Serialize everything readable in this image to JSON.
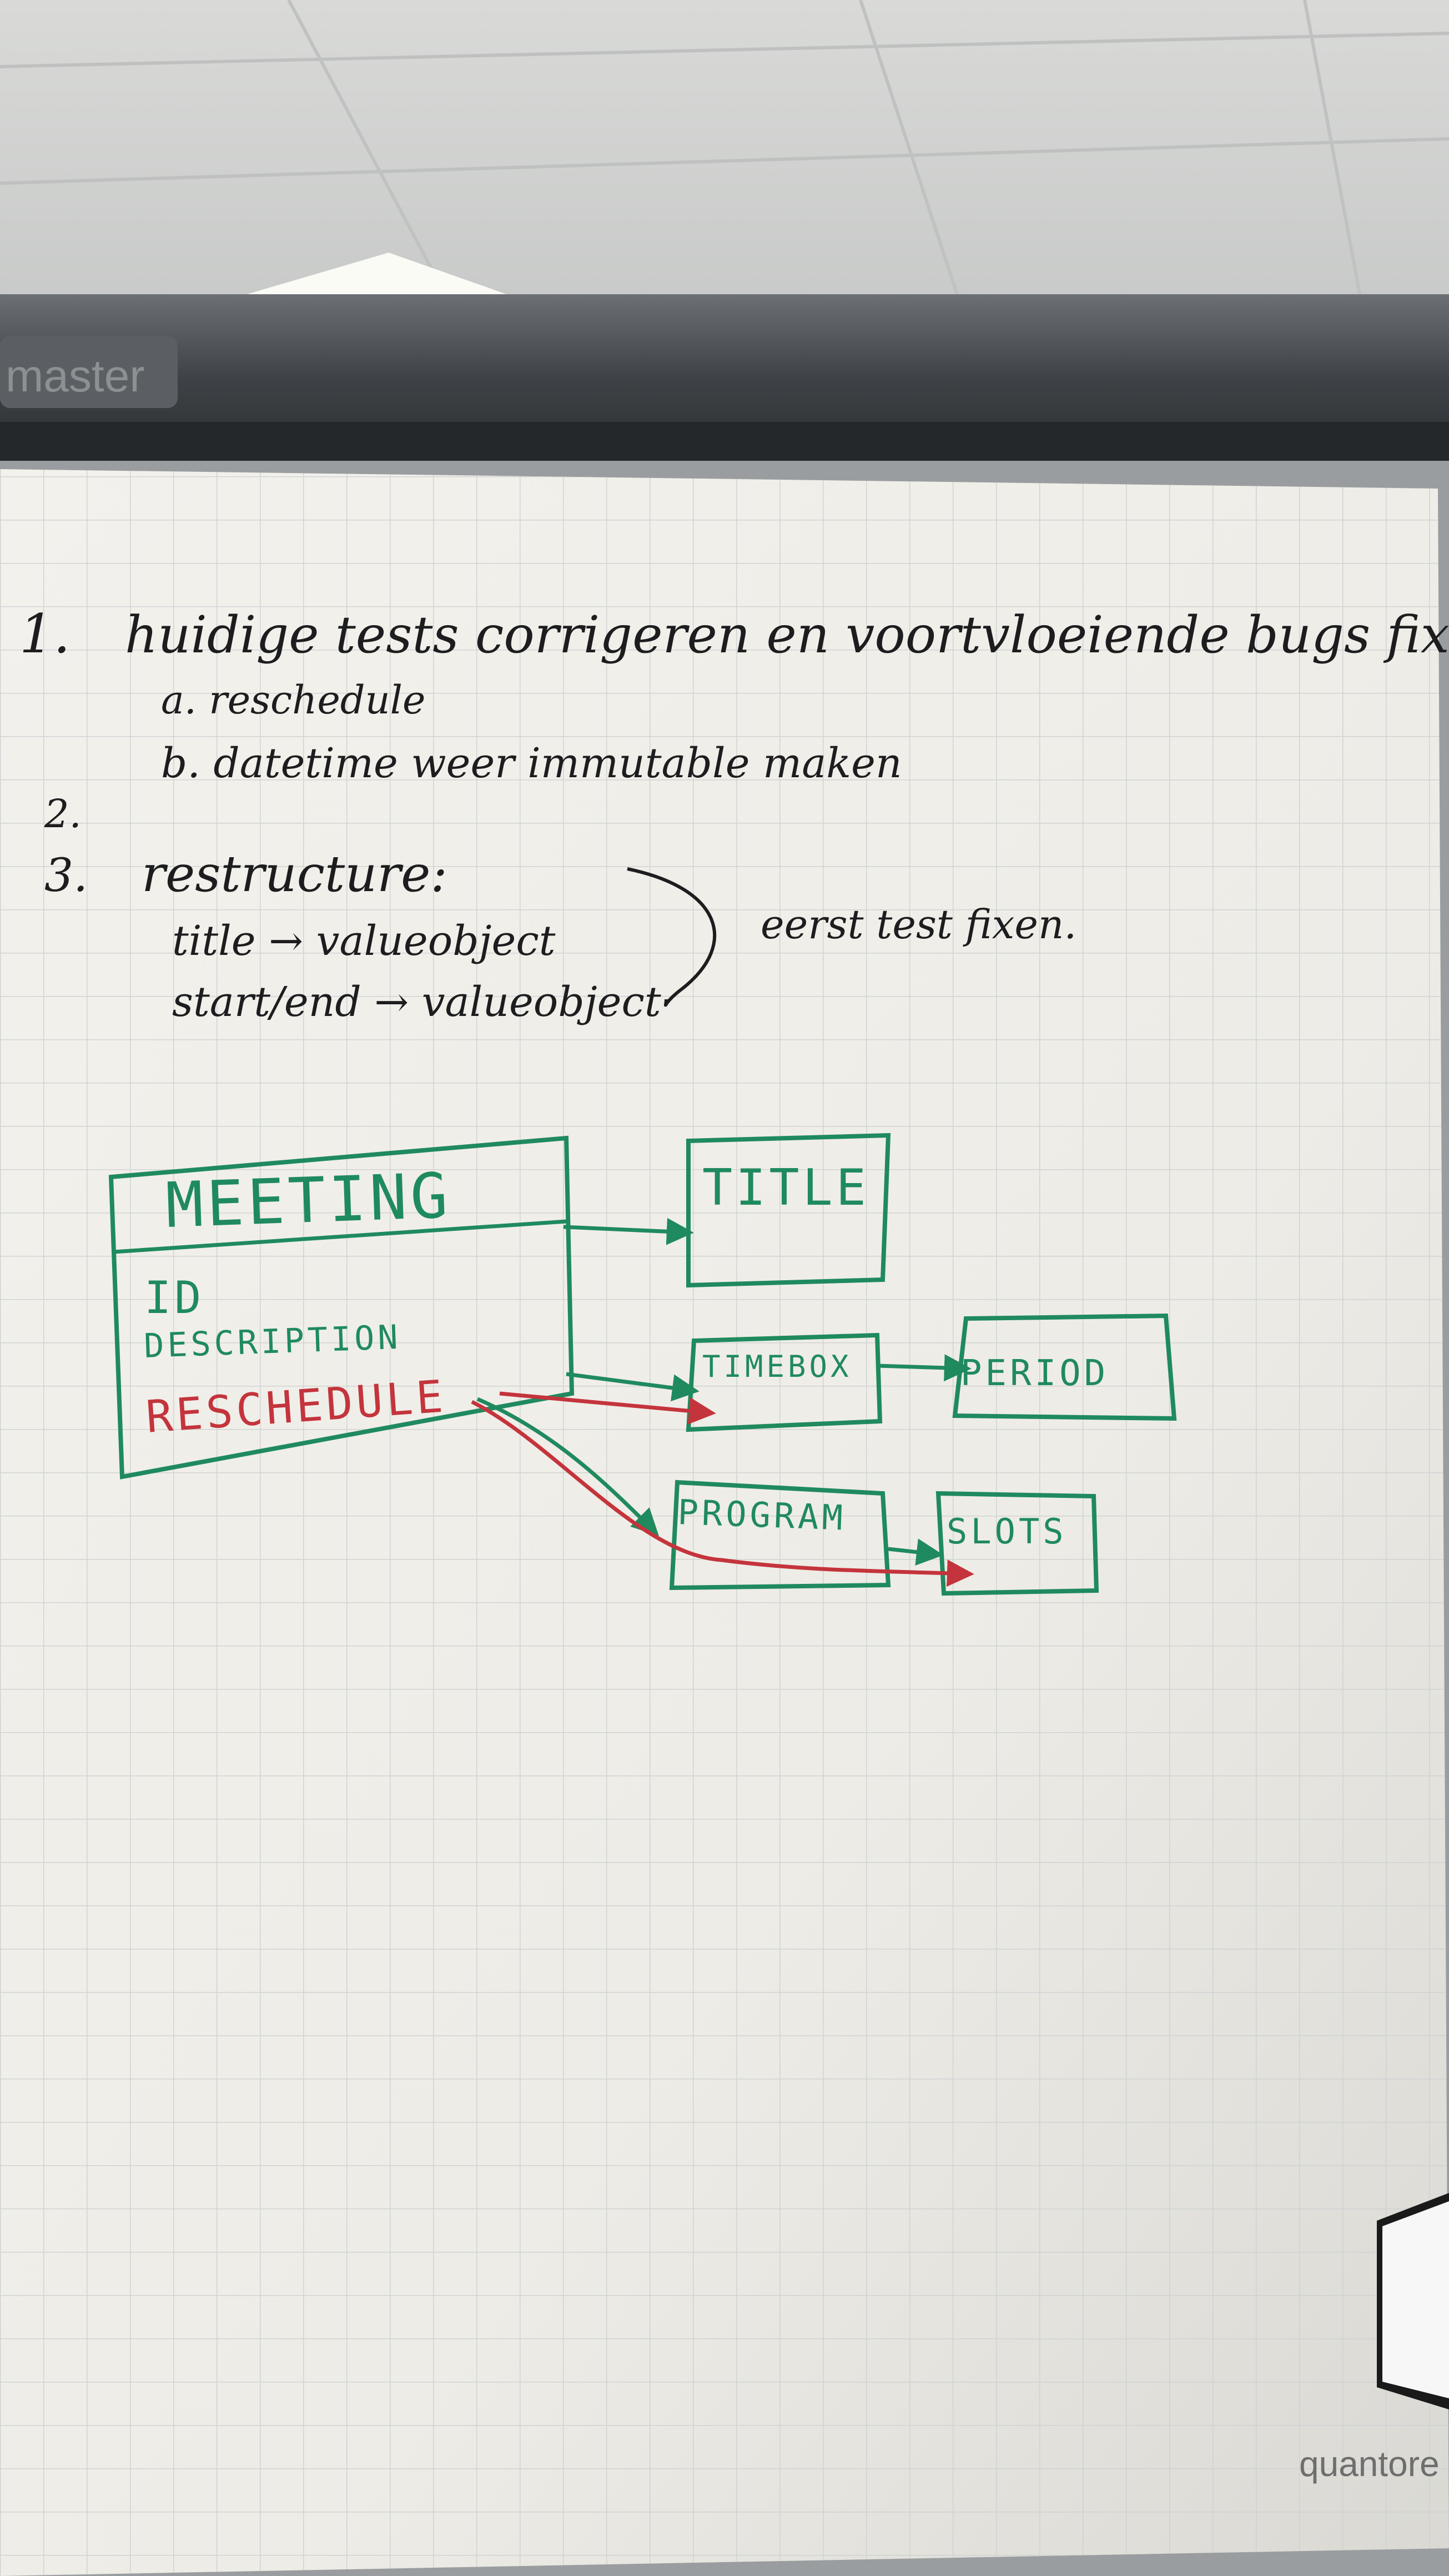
{
  "board": {
    "brand": "master",
    "paper_brand": "quantore"
  },
  "notes": {
    "item1_marker": "1.",
    "item1": "huidige tests corrigeren en voortvloeiende bugs fixen.",
    "item1a": "a. reschedule",
    "item1b": "b. datetime weer immutable maken",
    "item2_marker": "2.",
    "item3_marker": "3.",
    "item3": "restructure:",
    "item3_line1": "title → valueobject",
    "item3_line2": "start/end → valueobject",
    "side_note": "eerst test fixen."
  },
  "diagram": {
    "meeting_title": "MEETING",
    "meeting_fields": [
      "ID",
      "DESCRIPTION"
    ],
    "meeting_red_field": "RESCHEDULE",
    "title_box": "TITLE",
    "timebox_box": "TIMEBOX",
    "period_box": "PERIOD",
    "program_box": "PROGRAM",
    "slots_box": "SLOTS"
  },
  "colors": {
    "ink_black": "#1d1d1f",
    "marker_green": "#1f8a5e",
    "marker_red": "#c4343c",
    "paper": "#f1efe9",
    "grid": "#cfd3d3"
  }
}
